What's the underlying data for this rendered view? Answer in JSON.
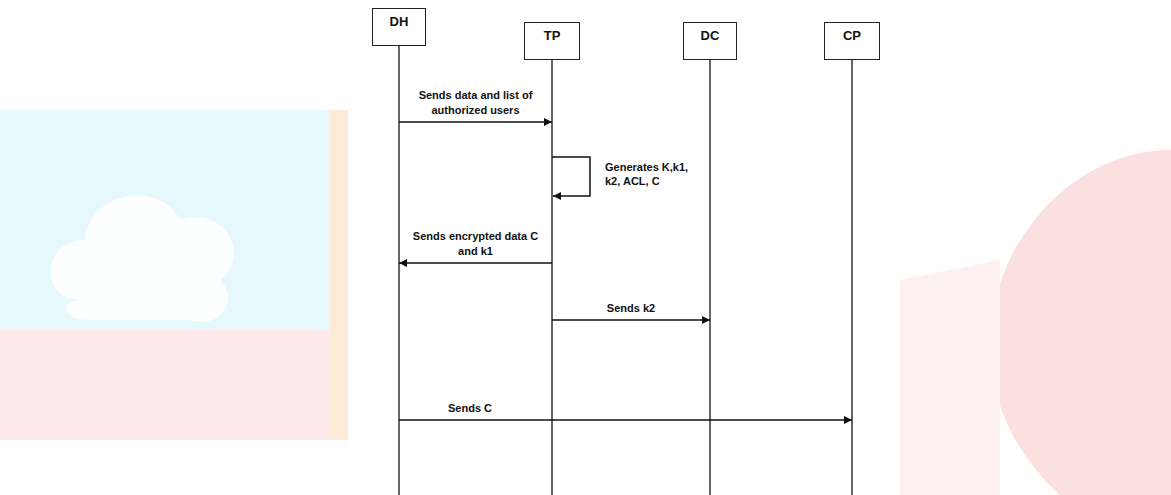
{
  "diagram": {
    "nodes": [
      {
        "text": [
          "DH"
        ]
      },
      {
        "text": [
          "TP"
        ]
      },
      {
        "text": [
          "DC"
        ]
      },
      {
        "text": [
          "CP"
        ]
      }
    ],
    "edges": [
      {
        "from": 0,
        "to": 1,
        "arrow": "to",
        "label": "Sends data and list of authorized users"
      },
      {
        "from": 1,
        "to": 1,
        "arrow": "to",
        "label": "Generates K,k1, k2, ACL, C"
      },
      {
        "from": 1,
        "to": 0,
        "arrow": "to",
        "label": "Sends encrypted data C and k1"
      },
      {
        "from": 1,
        "to": 2,
        "arrow": "to",
        "label": "Sends k2"
      },
      {
        "from": 0,
        "to": 3,
        "arrow": "to",
        "label": "Sends C"
      }
    ]
  }
}
